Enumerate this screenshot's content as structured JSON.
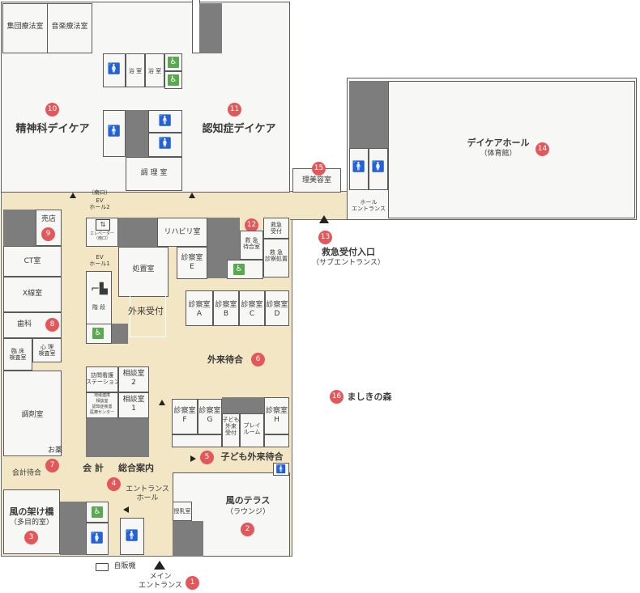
{
  "labels": {
    "group_therapy": "集団療法室",
    "music_therapy": "音楽療法室",
    "bath1": "浴 室",
    "bath2": "浴 室",
    "psych_daycare": "精神科デイケア",
    "dementia_daycare": "認知症デイケア",
    "cooking": "調 理 室",
    "daycare_hall": "デイケアホール",
    "gym": "（体育館）",
    "barber": "理美容室",
    "hall_entrance": "ホール\nエントランス",
    "ev2_south": "（南口）",
    "ev2": "EV\nホール2",
    "shop": "売店",
    "elevator_south": "エレベーター\n（南口）",
    "rehab": "リハビリ室",
    "er_reception": "救急\n受付",
    "er_waiting": "救 急\n待合室",
    "er_treatment": "救 急\n診察処置",
    "emergency_entrance": "救急受付入口",
    "sub_entrance": "（サブエントランス）",
    "ct": "CT室",
    "ev1": "EV\nホール1",
    "exam_e": "診察室\nE",
    "treatment": "処置室",
    "xray": "X線室",
    "stairs": "階 段",
    "outpatient_reception": "外来受付",
    "exam_a": "診察室\nA",
    "exam_b": "診察室\nB",
    "exam_c": "診察室\nC",
    "exam_d": "診察室\nD",
    "dental": "歯科",
    "clinical_lab": "臨 床\n検査室",
    "psych_lab": "心 理\n検査室",
    "outpatient_waiting": "外来待合",
    "home_nursing": "訪問看護\nステーション",
    "consult2": "相談室\n2",
    "regional_center": "地域連携\n相談室\n認知症疾患\n医療センター",
    "consult1": "相談室\n1",
    "mashiki_forest": "ましきの森",
    "dispensary": "調剤室",
    "exam_f": "診察室\nF",
    "exam_g": "診察室\nG",
    "child_exam": "子ども\n外来\n受付",
    "playroom": "プレイ\nルーム",
    "exam_h": "診察室\nH",
    "medicine": "お薬",
    "accounting_waiting": "会計待合",
    "accounting": "会 計",
    "info": "総合案内",
    "child_waiting": "子ども外来待合",
    "entrance_hall": "エントランス\nホール",
    "wind_bridge": "風の架け橋",
    "multipurpose": "（多目的室）",
    "nursing_room": "授乳室",
    "wind_terrace": "風のテラス",
    "lounge": "（ラウンジ）",
    "vending": "自販機",
    "main_entrance": "メイン\nエントランス"
  },
  "badges": [
    "1",
    "2",
    "3",
    "4",
    "5",
    "6",
    "7",
    "8",
    "9",
    "10",
    "11",
    "12",
    "13",
    "14",
    "15",
    "16"
  ],
  "colors": {
    "badge": "#e2585a",
    "corridor": "#f3e6c4",
    "room": "#f7f7f5",
    "dark_room": "#7d7d7d",
    "female": "#e2585a",
    "male": "#4a8fd6",
    "accessible": "#5aa84f"
  },
  "icons": [
    "female-toilet-icon",
    "male-toilet-icon",
    "accessible-toilet-icon",
    "elevator-icon",
    "stairs-icon",
    "entrance-arrow-icon",
    "direction-arrow-icon",
    "vending-machine-icon"
  ]
}
